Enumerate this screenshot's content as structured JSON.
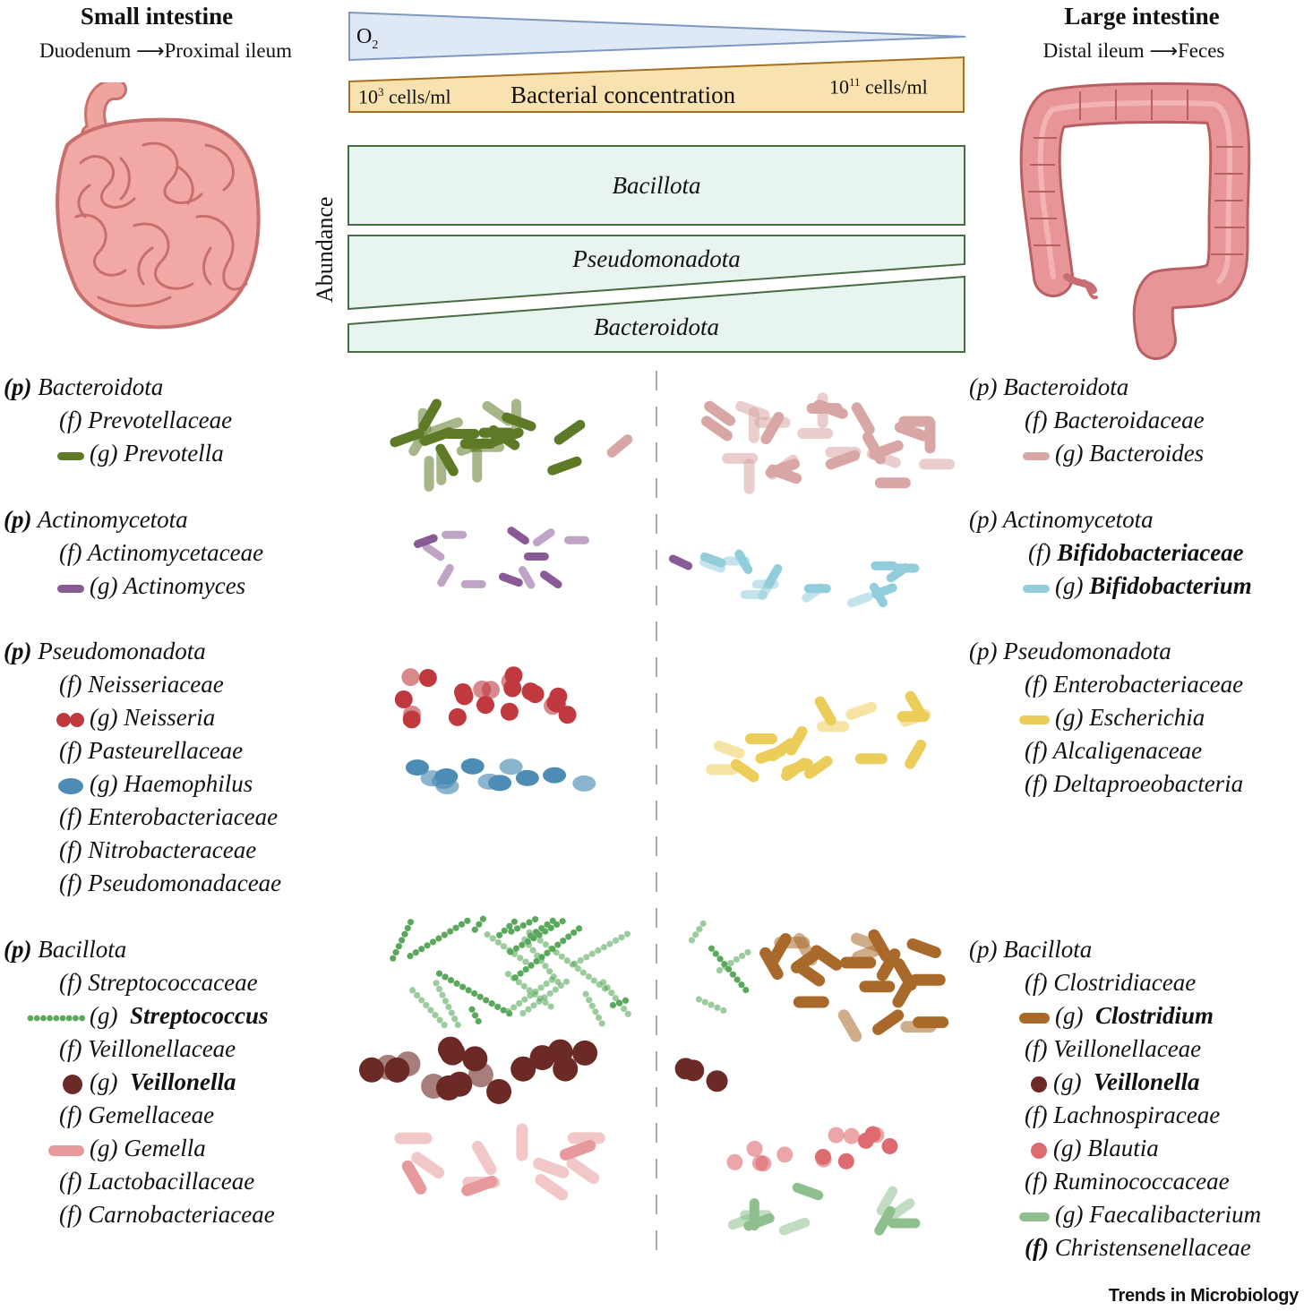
{
  "left_header": {
    "title": "Small intestine",
    "from": "Duodenum",
    "to": "Proximal ileum"
  },
  "right_header": {
    "title": "Large intestine",
    "from": "Distal ileum",
    "to": "Feces"
  },
  "gradients": {
    "oxygen_label": "O",
    "oxygen_sub": "2",
    "bacterial_concentration": "Bacterial concentration",
    "conc_left_base": "10",
    "conc_left_exp": "3",
    "conc_left_unit": "cells/ml",
    "conc_right_base": "10",
    "conc_right_exp": "11",
    "conc_right_unit": "cells/ml"
  },
  "abundance": {
    "axis_label": "Abundance",
    "bands": [
      "Bacillota",
      "Pseudomonadota",
      "Bacteroidota"
    ]
  },
  "left_groups": [
    {
      "phylum_rank": "(p)",
      "phylum": "Bacteroidota",
      "f1_rank": "(f)",
      "f1": "Prevotellaceae",
      "g1_rank": "(g)",
      "g1": "Prevotella"
    },
    {
      "phylum_rank": "(p)",
      "phylum": "Actinomycetota",
      "f1_rank": "(f)",
      "f1": "Actinomycetaceae",
      "g1_rank": "(g)",
      "g1": "Actinomyces"
    },
    {
      "phylum_rank": "(p)",
      "phylum": "Pseudomonadota",
      "f1_rank": "(f)",
      "f1": "Neisseriaceae",
      "g1_rank": "(g)",
      "g1": "Neisseria",
      "f2_rank": "(f)",
      "f2": "Pasteurellaceae",
      "g2_rank": "(g)",
      "g2": "Haemophilus",
      "f3_rank": "(f)",
      "f3": "Enterobacteriaceae",
      "f4_rank": "(f)",
      "f4": "Nitrobacteraceae",
      "f5_rank": "(f)",
      "f5": "Pseudomonadaceae"
    },
    {
      "phylum_rank": "(p)",
      "phylum": "Bacillota",
      "f1_rank": "(f)",
      "f1": "Streptococcaceae",
      "g1_rank": "(g)",
      "g1": "Streptococcus",
      "f2_rank": "(f)",
      "f2": "Veillonellaceae",
      "g2_rank": "(g)",
      "g2": "Veillonella",
      "f3_rank": "(f)",
      "f3": "Gemellaceae",
      "g3_rank": "(g)",
      "g3": "Gemella",
      "f4_rank": "(f)",
      "f4": "Lactobacillaceae",
      "f5_rank": "(f)",
      "f5": "Carnobacteriaceae"
    }
  ],
  "right_groups": [
    {
      "phylum_rank": "(p)",
      "phylum": "Bacteroidota",
      "f1_rank": "(f)",
      "f1": "Bacteroidaceae",
      "g1_rank": "(g)",
      "g1": "Bacteroides"
    },
    {
      "phylum_rank": "(p)",
      "phylum": "Actinomycetota",
      "f1_rank": "(f)",
      "f1": "Bifidobacteriaceae",
      "g1_rank": "(g)",
      "g1": "Bifidobacterium"
    },
    {
      "phylum_rank": "(p)",
      "phylum": "Pseudomonadota",
      "f1_rank": "(f)",
      "f1": "Enterobacteriaceae",
      "g1_rank": "(g)",
      "g1": "Escherichia",
      "f2_rank": "(f)",
      "f2": "Alcaligenaceae",
      "f3_rank": "(f)",
      "f3": "Deltaproeobacteria"
    },
    {
      "phylum_rank": "(p)",
      "phylum": "Bacillota",
      "f1_rank": "(f)",
      "f1": "Clostridiaceae",
      "g1_rank": "(g)",
      "g1": "Clostridium",
      "f2_rank": "(f)",
      "f2": "Veillonellaceae",
      "g2_rank": "(g)",
      "g2": "Veillonella",
      "f3_rank": "(f)",
      "f3": "Lachnospiraceae",
      "g3_rank": "(g)",
      "g3": "Blautia",
      "f4_rank": "(f)",
      "f4": "Ruminococcaceae",
      "g4_rank": "(g)",
      "g4": "Faecalibacterium",
      "f5_rank": "(f)",
      "f5": "Christensenellaceae"
    }
  ],
  "colors": {
    "prevotella": "#5f7a26",
    "actinomyces": "#8a5a96",
    "neisseria": "#c0393f",
    "haemophilus": "#4d8db5",
    "streptococcus": "#5aa85c",
    "veillonella": "#6b2a25",
    "gemella": "#e8999b",
    "bacteroides": "#d9a6a6",
    "bifidobacterium": "#92cddc",
    "escherichia": "#eccd5a",
    "clostridium": "#a8692a",
    "blautia": "#dd6b70",
    "faecalibacterium": "#8fbf8f",
    "oxygen_fill": "#dfe8f5",
    "oxygen_stroke": "#7d98c2",
    "conc_fill": "#f8e3b0",
    "conc_stroke": "#a66f20",
    "band_fill": "#e8f4f0",
    "band_stroke": "#476c44"
  },
  "icons": [
    "small-intestine-illustration",
    "large-intestine-illustration",
    "arrow-right-icon"
  ],
  "footer": {
    "brand": "Trends in Microbiology"
  }
}
